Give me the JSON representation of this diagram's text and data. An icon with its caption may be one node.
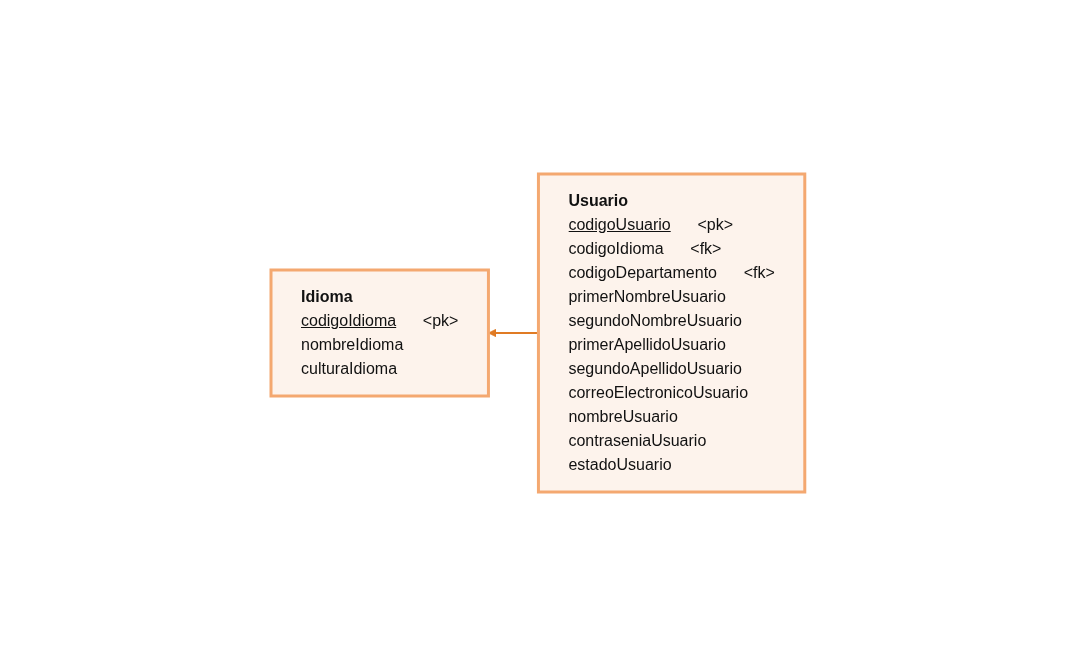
{
  "diagram": {
    "nodes": [
      {
        "text": [
          "Idioma",
          "codigoIdioma",
          "<pk>",
          "nombreIdioma",
          "culturaIdioma"
        ]
      },
      {
        "text": [
          "Usuario",
          "codigoUsuario",
          "<pk>",
          "codigoIdioma",
          "<fk>",
          "codigoDepartamento",
          "<fk>",
          "primerNombreUsuario",
          "segundoNombreUsuario",
          "primerApellidoUsuario",
          "segundoApellidoUsuario",
          "correoElectronicoUsuario",
          "nombreUsuario",
          "contraseniaUsuario",
          "estadoUsuario"
        ]
      }
    ],
    "edges": [
      {
        "from": 1,
        "to": 0,
        "arrow": "to"
      }
    ]
  }
}
